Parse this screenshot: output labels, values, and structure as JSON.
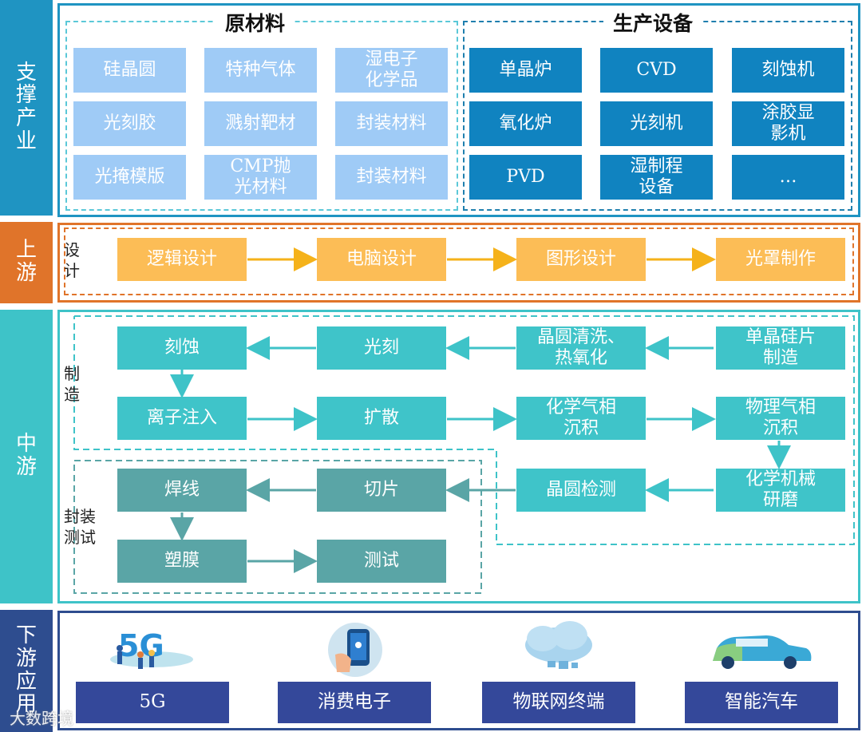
{
  "sections": {
    "support": {
      "label": "支\n撑\n产\n业",
      "color": "#1f94c2"
    },
    "upstream": {
      "label": "上\n游",
      "color": "#e0742a"
    },
    "midstream": {
      "label": "中\n游",
      "color": "#3ec3c8"
    },
    "downstream": {
      "label": "下\n游\n应\n用",
      "color": "#2e4d8f"
    }
  },
  "support": {
    "raw_title": "原材料",
    "equip_title": "生产设备",
    "raw_items": [
      "硅晶圆",
      "特种气体",
      "湿电子\n化学品",
      "光刻胶",
      "溅射靶材",
      "封装材料",
      "光掩模版",
      "CMP抛\n光材料",
      "封装材料"
    ],
    "equip_items": [
      "单晶炉",
      "CVD",
      "刻蚀机",
      "氧化炉",
      "光刻机",
      "涂胶显\n影机",
      "PVD",
      "湿制程\n设备",
      "…"
    ]
  },
  "upstream": {
    "design_label": "设\n计",
    "steps": [
      "逻辑设计",
      "电脑设计",
      "图形设计",
      "光罩制作"
    ]
  },
  "midstream": {
    "mfg_label": "制\n造",
    "pkg_label": "封装\n测试",
    "mfg_row1": [
      "刻蚀",
      "光刻",
      "晶圆清洗、\n热氧化",
      "单晶硅片\n制造"
    ],
    "mfg_row2": [
      "离子注入",
      "扩散",
      "化学气相\n沉积",
      "物理气相\n沉积"
    ],
    "mfg_row3": [
      "晶圆检测",
      "化学机械\n研磨"
    ],
    "pkg_row1": [
      "焊线",
      "切片"
    ],
    "pkg_row2": [
      "塑膜",
      "测试"
    ]
  },
  "downstream": {
    "apps": [
      "5G",
      "消费电子",
      "物联网终端",
      "智能汽车"
    ],
    "icons": [
      "5g-network-icon",
      "smartphone-icon",
      "iot-cloud-icon",
      "car-icon"
    ]
  },
  "watermark": "大数跨境"
}
